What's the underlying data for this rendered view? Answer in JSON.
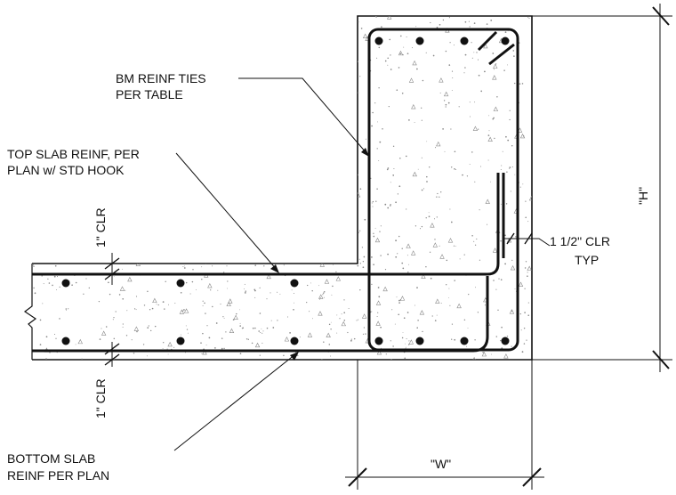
{
  "labels": {
    "bm_reinf_ties_line1": "BM REINF TIES",
    "bm_reinf_ties_line2": "PER TABLE",
    "top_slab_reinf_line1": "TOP SLAB REINF, PER",
    "top_slab_reinf_line2": "PLAN w/ STD HOOK",
    "top_clr": "1\" CLR",
    "bottom_clr": "1\" CLR",
    "side_clr_line1": "1 1/2\" CLR",
    "side_clr_line2": "TYP",
    "bottom_slab_reinf_line1": "BOTTOM SLAB",
    "bottom_slab_reinf_line2": "REINF PER PLAN",
    "dim_h": "\"H\"",
    "dim_w": "\"W\""
  },
  "colors": {
    "line": "#111111",
    "concrete_speckle": "#888888"
  }
}
